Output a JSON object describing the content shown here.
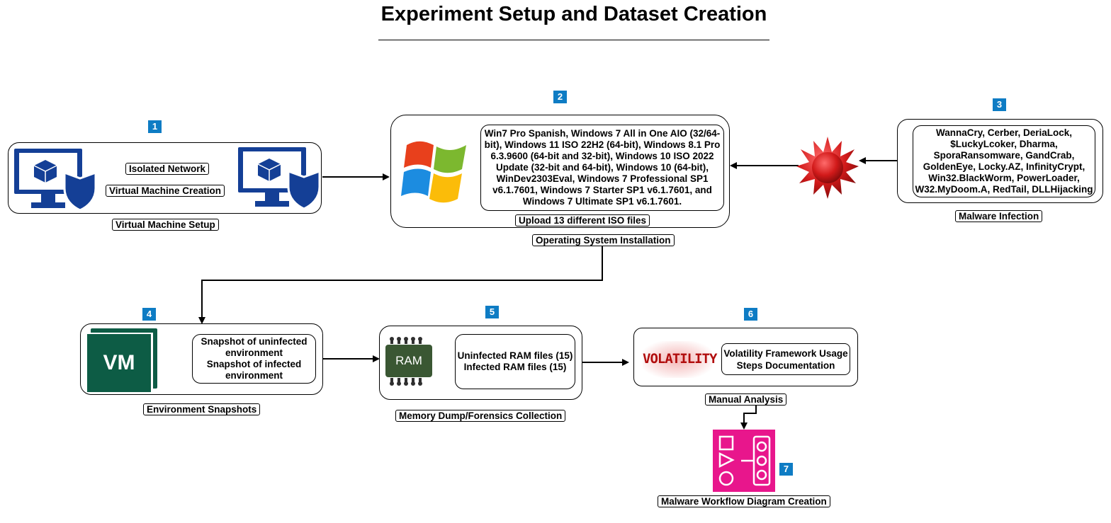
{
  "title": "Experiment Setup and Dataset Creation",
  "steps": [
    {
      "badge": "1",
      "label": "Virtual Machine Setup",
      "network_label": "Isolated Network",
      "creation_label": "Virtual Machine Creation"
    },
    {
      "badge": "2",
      "os_list": "Win7 Pro Spanish, Windows 7 All in One AIO (32/64-bit), Windows 11 ISO 22H2 (64-bit), Windows 8.1 Pro 6.3.9600 (64-bit and 32-bit), Windows 10 ISO 2022 Update (32-bit and 64-bit), Windows 10 (64-bit), WinDev2303Eval, Windows 7 Professional SP1 v6.1.7601, Windows 7 Starter SP1 v6.1.7601, and Windows 7 Ultimate SP1 v6.1.7601.",
      "upload_label": "Upload 13 different ISO files",
      "label": "Operating System Installation"
    },
    {
      "badge": "3",
      "malware_list": "WannaCry, Cerber, DeriaLock, $LuckyLcoker, Dharma, SporaRansomware, GandCrab, GoldenEye, Locky.AZ, InfinityCrypt, Win32.BlackWorm, PowerLoader, W32.MyDoom.A, RedTail, DLLHijacking",
      "label": "Malware Infection"
    },
    {
      "badge": "4",
      "snapshot_uninfected": "Snapshot of uninfected environment",
      "snapshot_infected": "Snapshot of infected environment",
      "vm_icon_text": "VM",
      "label": "Environment Snapshots"
    },
    {
      "badge": "5",
      "ram_icon_text": "RAM",
      "uninfected_files": "Uninfected RAM files (15)",
      "infected_files": "Infected RAM files (15)",
      "label": "Memory Dump/Forensics Collection"
    },
    {
      "badge": "6",
      "logo_text": "VOLATILITY",
      "usage_line1": "Volatility Framework Usage",
      "usage_line2": "Steps Documentation",
      "label": "Manual Analysis"
    },
    {
      "badge": "7",
      "label": "Malware Workflow Diagram Creation"
    }
  ],
  "colors": {
    "badge": "#0e7cc4",
    "vm_monitor": "#143f96",
    "vm_icon": "#0d5c45",
    "ram_chip": "#3a5733",
    "virus": "#d21a1a",
    "workflow_icon": "#e8168c"
  },
  "icons": [
    "monitor-shield-icon",
    "windows-logo-icon",
    "virus-icon",
    "vm-icon",
    "ram-chip-icon",
    "volatility-logo-icon",
    "workflow-diagram-icon"
  ]
}
